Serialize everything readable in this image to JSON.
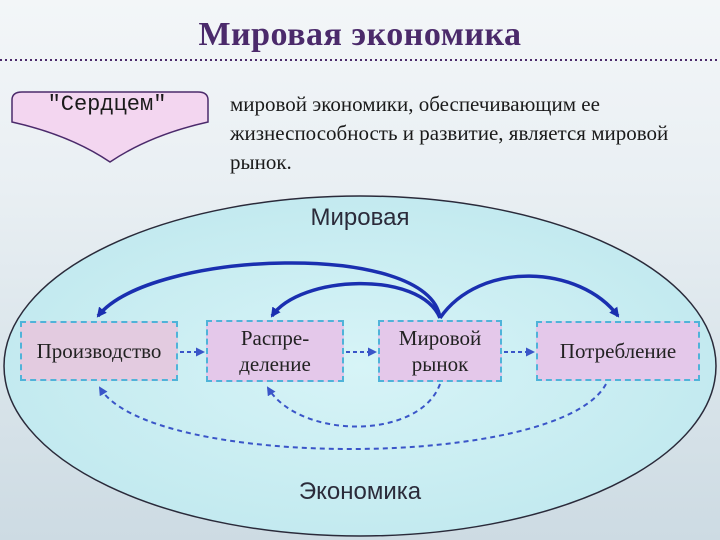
{
  "title": "Мировая экономика",
  "heart_label": "\"Сердцем\"",
  "description": "мировой экономики, обеспечивающим ее жизнеспособность и развитие, является мировой рынок.",
  "oval": {
    "top_label": "Мировая",
    "bottom_label": "Экономика"
  },
  "boxes": {
    "production": "Производство",
    "distribution": "Распре-деление",
    "market": "Мировой рынок",
    "consumption": "Потребление"
  },
  "colors": {
    "title": "#4b2a6b",
    "heart_fill": "#f3d6f0",
    "oval_fill": "#cdeff3",
    "box_fill": "#e4c8ea",
    "box_border": "#4fb3d9",
    "arrow_solid": "#1a2fb0",
    "arrow_dashed": "#3a55c8"
  }
}
